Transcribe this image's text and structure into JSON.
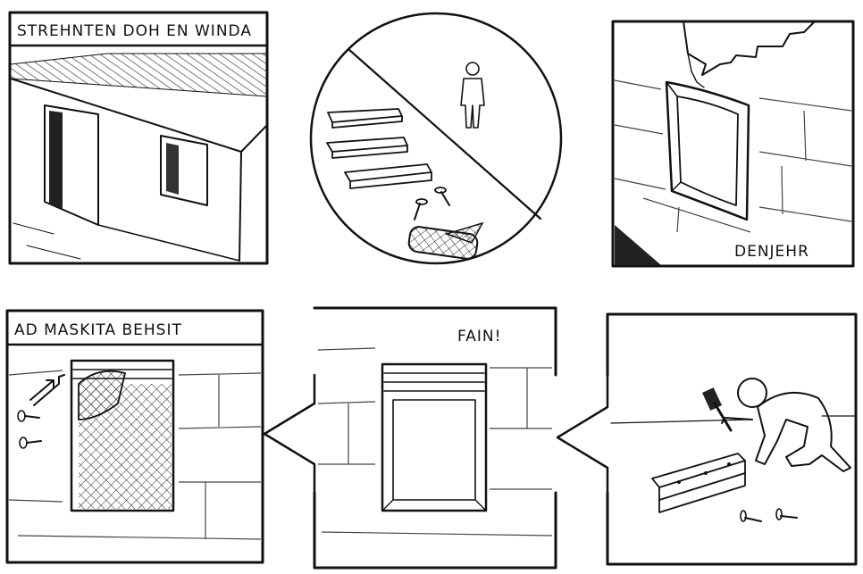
{
  "panels": [
    {
      "id": "p1",
      "caption": "STREHNTEN DOH EN WINDA"
    },
    {
      "id": "p2",
      "caption": ""
    },
    {
      "id": "p3",
      "caption": "DENJEHR"
    },
    {
      "id": "p4",
      "caption": "AD MASKITA BEHSIT"
    },
    {
      "id": "p5",
      "caption": "FAIN!"
    },
    {
      "id": "p6",
      "caption": ""
    }
  ],
  "ink_color": "#111111"
}
